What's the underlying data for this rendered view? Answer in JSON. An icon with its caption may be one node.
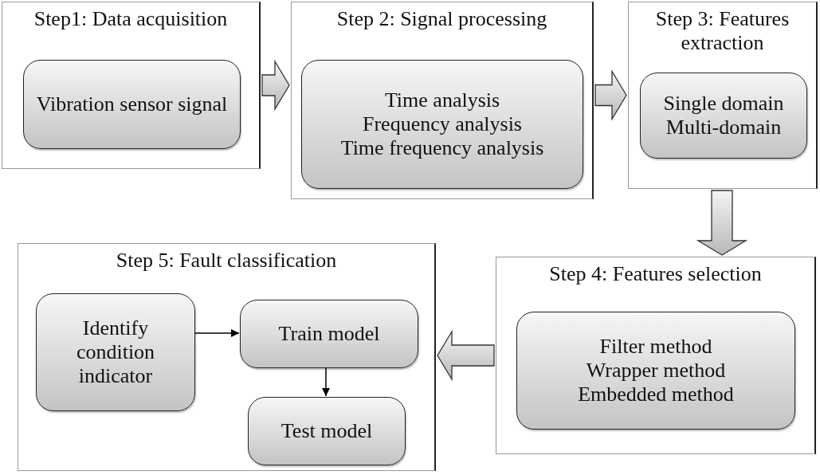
{
  "diagram": {
    "nodes": [
      {
        "text": [
          "Step1: Data acquisition"
        ]
      },
      {
        "text": [
          "Vibration sensor signal"
        ],
        "in": 0
      },
      {
        "text": [
          "Step 2: Signal processing"
        ]
      },
      {
        "text": [
          "Time analysis",
          "Frequency analysis",
          "Time frequency analysis"
        ],
        "in": 2
      },
      {
        "text": [
          "Step 3: Features extraction"
        ]
      },
      {
        "text": [
          "Single domain",
          "Multi-domain"
        ],
        "in": 4
      },
      {
        "text": [
          "Step 4: Features selection"
        ]
      },
      {
        "text": [
          "Filter method",
          "Wrapper method",
          "Embedded method"
        ],
        "in": 6
      },
      {
        "text": [
          "Step 5: Fault classification"
        ]
      },
      {
        "text": [
          "Identify condition indicator"
        ],
        "in": 8
      },
      {
        "text": [
          "Train model"
        ],
        "in": 8
      },
      {
        "text": [
          "Test model"
        ],
        "in": 8
      }
    ],
    "edges": [
      {
        "from": 0,
        "to": 2,
        "arrow": "to",
        "style": "thick"
      },
      {
        "from": 2,
        "to": 4,
        "arrow": "to",
        "style": "thick"
      },
      {
        "from": 4,
        "to": 6,
        "arrow": "to",
        "style": "thick"
      },
      {
        "from": 6,
        "to": 8,
        "arrow": "to",
        "style": "thick"
      },
      {
        "from": 9,
        "to": 10,
        "arrow": "to"
      },
      {
        "from": 10,
        "to": 11,
        "arrow": "to"
      }
    ]
  }
}
